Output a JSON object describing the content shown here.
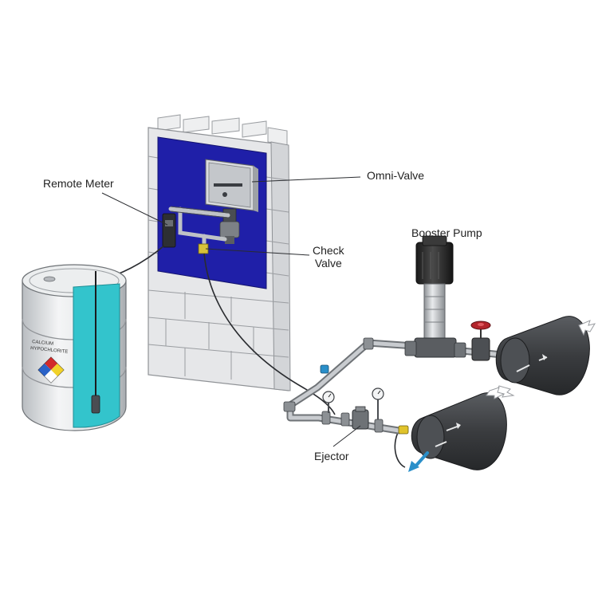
{
  "labels": {
    "remote_meter": "Remote Meter",
    "omni_valve": "Omni-Valve",
    "check_valve_line1": "Check",
    "check_valve_line2": "Valve",
    "booster_pump": "Booster Pump",
    "ejector": "Ejector"
  },
  "drum": {
    "label_line1": "CALCIUM",
    "label_line2": "HYPOCHLORITE"
  },
  "colors": {
    "panel_blue": "#1f1fa8",
    "drum_liquid": "#33c4cc",
    "block_wall": "#e6e7e9",
    "pipe_gray": "#7c7f83",
    "tank_dark": "#3a3c3f",
    "flow_arrow": "#2a8fc9",
    "valve_red": "#b3252c",
    "pump_motor": "#2a2a2a"
  }
}
